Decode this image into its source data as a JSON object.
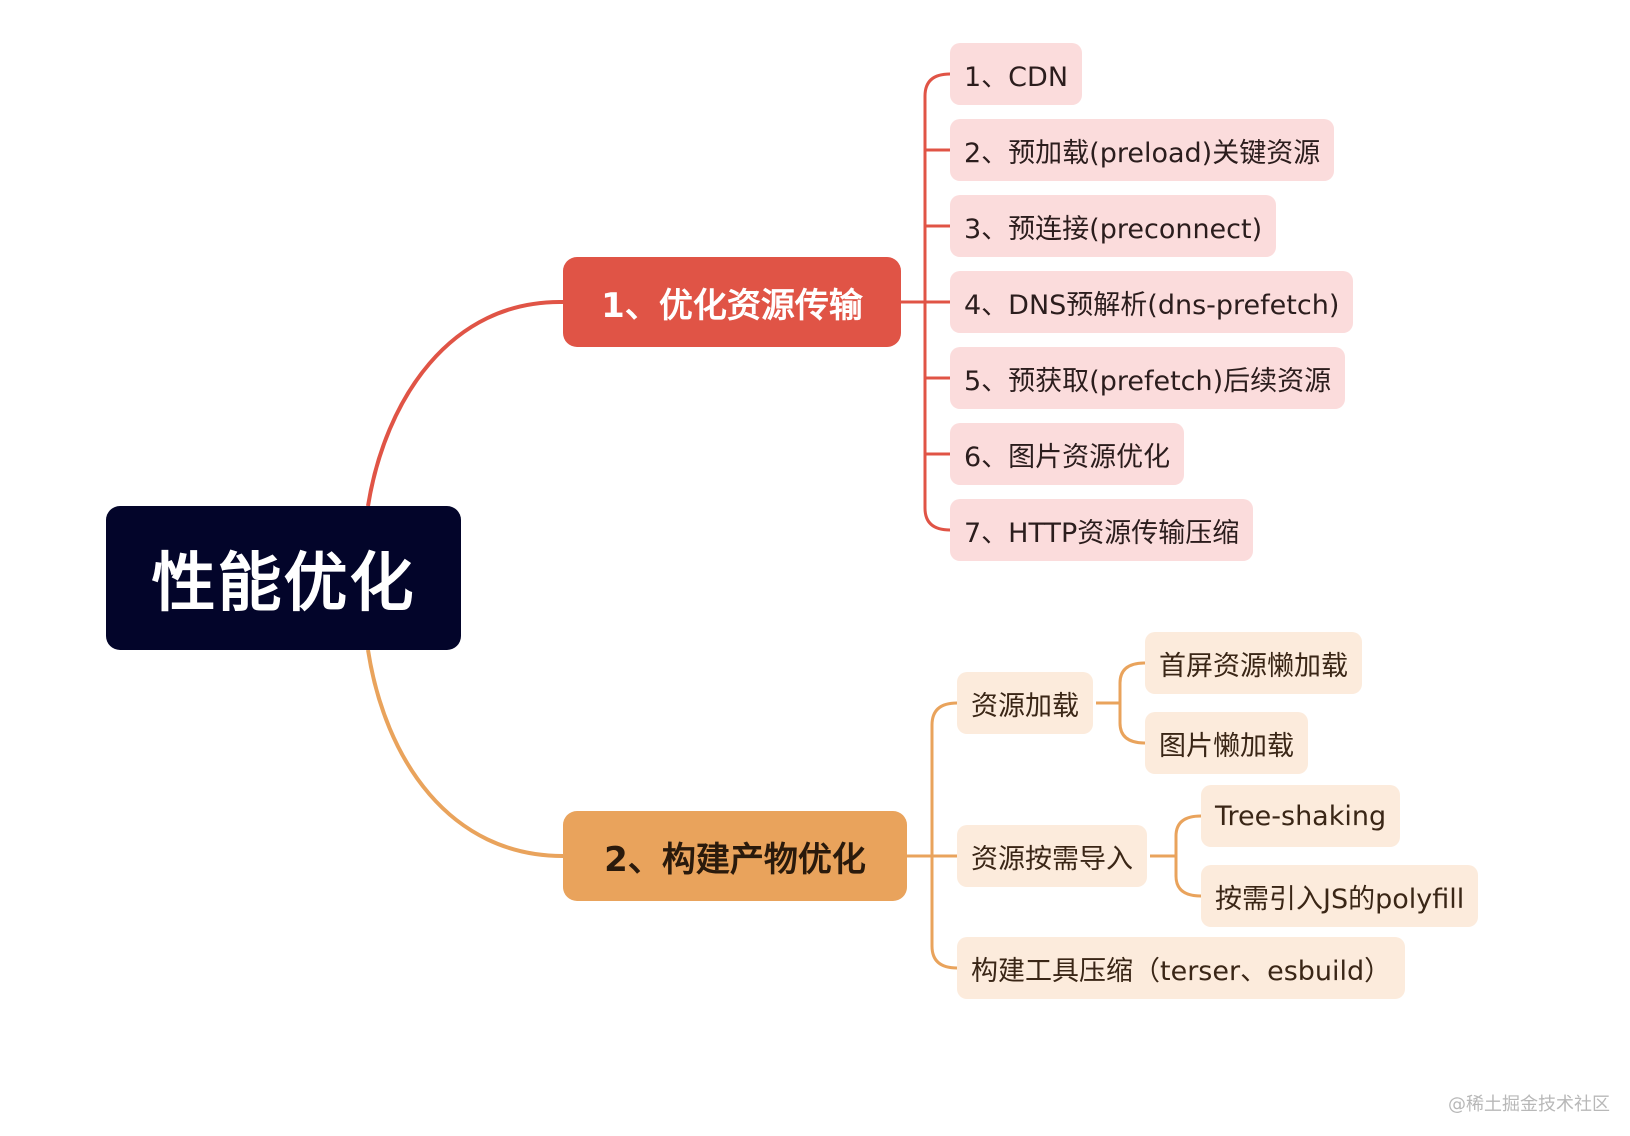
{
  "diagram": {
    "root": {
      "label": "性能优化",
      "color": "#03052a"
    },
    "branches": [
      {
        "label": "1、优化资源传输",
        "color": "#e05446",
        "leaf_color": "#fbdcdc",
        "items": [
          "1、CDN",
          "2、预加载(preload)关键资源",
          "3、预连接(preconnect)",
          "4、DNS预解析(dns-prefetch)",
          "5、预获取(prefetch)后续资源",
          "6、图片资源优化",
          "7、HTTP资源传输压缩"
        ]
      },
      {
        "label": "2、构建产物优化",
        "color": "#e9a35c",
        "leaf_color": "#fcebdc",
        "groups": [
          {
            "label": "资源加载",
            "children": [
              "首屏资源懒加载",
              "图片懒加载"
            ]
          },
          {
            "label": "资源按需导入",
            "children": [
              "Tree-shaking",
              "按需引入JS的polyfill"
            ]
          },
          {
            "label": "构建工具压缩（terser、esbuild）",
            "children": []
          }
        ]
      }
    ]
  },
  "watermark": "@稀土掘金技术社区"
}
